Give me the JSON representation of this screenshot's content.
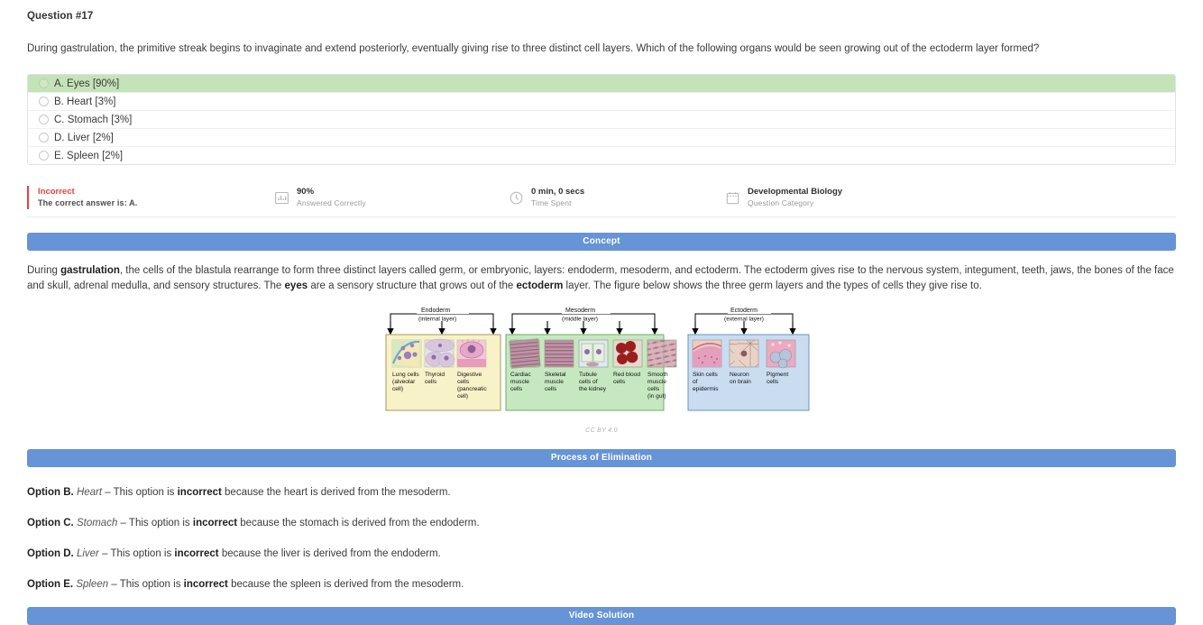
{
  "question": {
    "number_label": "Question #17",
    "stem": "During gastrulation, the primitive streak begins to invaginate and extend posteriorly, eventually giving rise to three distinct cell layers. Which of the following organs would be seen growing out of the ectoderm layer formed?"
  },
  "answers": [
    {
      "label": "A. Eyes [90%]",
      "correct": true
    },
    {
      "label": "B. Heart [3%]",
      "correct": false
    },
    {
      "label": "C. Stomach [3%]",
      "correct": false
    },
    {
      "label": "D. Liver [2%]",
      "correct": false
    },
    {
      "label": "E. Spleen [2%]",
      "correct": false
    }
  ],
  "stats": {
    "result_status": "Incorrect",
    "result_detail": "The correct answer is: A.",
    "percent_value": "90%",
    "percent_label": "Answered Correctly",
    "time_value": "0 min, 0 secs",
    "time_label": "Time Spent",
    "category_value": "Developmental Biology",
    "category_label": "Question Category",
    "icons": {
      "chart": "bar-chart-icon",
      "clock": "clock-icon",
      "calendar": "calendar-icon"
    }
  },
  "sections": {
    "concept": "Concept",
    "poe": "Process of Elimination",
    "video": "Video Solution"
  },
  "concept": {
    "p1_a": "During ",
    "p1_b": "gastrulation",
    "p1_c": ", the cells of the blastula rearrange to form three distinct layers called germ, or embryonic, layers: endoderm, mesoderm, and ectoderm. The ectoderm gives rise to the nervous system, integument, teeth, jaws, the bones of the face and skull, adrenal medulla, and sensory structures. The ",
    "p1_d": "eyes",
    "p1_e": " are a sensory structure that grows out of the ",
    "p1_f": "ectoderm",
    "p1_g": " layer. The figure below shows the three germ layers and the types of cells they give rise to."
  },
  "figure": {
    "caption": "CC BY 4.0",
    "colors": {
      "endoderm_fill": "#f7f2c8",
      "endoderm_border": "#a89a58",
      "mesoderm_fill": "#c6e8c0",
      "mesoderm_border": "#6fae6a",
      "ectoderm_fill": "#c9dcf0",
      "ectoderm_border": "#6f93bb"
    },
    "groups": [
      {
        "name": "Endoderm",
        "sublabel": "(internal layer)",
        "cells": [
          {
            "name": "Lung cells (alveolar cell)",
            "lines": [
              "Lung cells",
              "(alveolar",
              "cell)"
            ],
            "swatch": "lung-alveolar-cell-image"
          },
          {
            "name": "Thyroid cells",
            "lines": [
              "Thyroid",
              "cells"
            ],
            "swatch": "thyroid-cell-image"
          },
          {
            "name": "Digestive cells (pancreatic cell)",
            "lines": [
              "Digestive",
              "cells",
              "(pancreatic",
              "cell)"
            ],
            "swatch": "pancreatic-cell-image"
          }
        ]
      },
      {
        "name": "Mesoderm",
        "sublabel": "(middle layer)",
        "cells": [
          {
            "name": "Cardiac muscle cells",
            "lines": [
              "Cardiac",
              "muscle",
              "cells"
            ],
            "swatch": "cardiac-muscle-image"
          },
          {
            "name": "Skeletal muscle cells",
            "lines": [
              "Skeletal",
              "muscle",
              "cells"
            ],
            "swatch": "skeletal-muscle-image"
          },
          {
            "name": "Tubule cells of the kidney",
            "lines": [
              "Tubule",
              "cells of",
              "the kidney"
            ],
            "swatch": "kidney-tubule-image"
          },
          {
            "name": "Red blood cells",
            "lines": [
              "Red blood",
              "cells"
            ],
            "swatch": "red-blood-cell-image"
          },
          {
            "name": "Smooth muscle cells (in gut)",
            "lines": [
              "Smooth",
              "muscle",
              "cells",
              "(in gut)"
            ],
            "swatch": "smooth-muscle-image"
          }
        ]
      },
      {
        "name": "Ectoderm",
        "sublabel": "(external layer)",
        "cells": [
          {
            "name": "Skin cells of epidermis",
            "lines": [
              "Skin cells",
              "of",
              "epidermis"
            ],
            "swatch": "epidermis-cell-image"
          },
          {
            "name": "Neuron on brain",
            "lines": [
              "Neuron",
              "on brain"
            ],
            "swatch": "neuron-image"
          },
          {
            "name": "Pigment cells",
            "lines": [
              "Pigment",
              "cells"
            ],
            "swatch": "pigment-cell-image"
          }
        ]
      }
    ]
  },
  "poe": [
    {
      "label": "Option B.",
      "organ": "Heart",
      "mid": " – This option is ",
      "bold": "incorrect",
      "tail": " because the heart is derived from the mesoderm."
    },
    {
      "label": "Option C.",
      "organ": "Stomach",
      "mid": " – This option is ",
      "bold": "incorrect",
      "tail": " because the stomach is derived from the endoderm."
    },
    {
      "label": "Option D.",
      "organ": "Liver",
      "mid": " – This option is ",
      "bold": "incorrect",
      "tail": " because the liver is derived from the endoderm."
    },
    {
      "label": "Option E.",
      "organ": "Spleen",
      "mid": " – This option is ",
      "bold": "incorrect",
      "tail": " because the spleen is derived from the mesoderm."
    }
  ],
  "theme": {
    "banner_blue": "#6694d6",
    "correct_green": "#c5e3b8",
    "incorrect_red": "#e8423f"
  }
}
